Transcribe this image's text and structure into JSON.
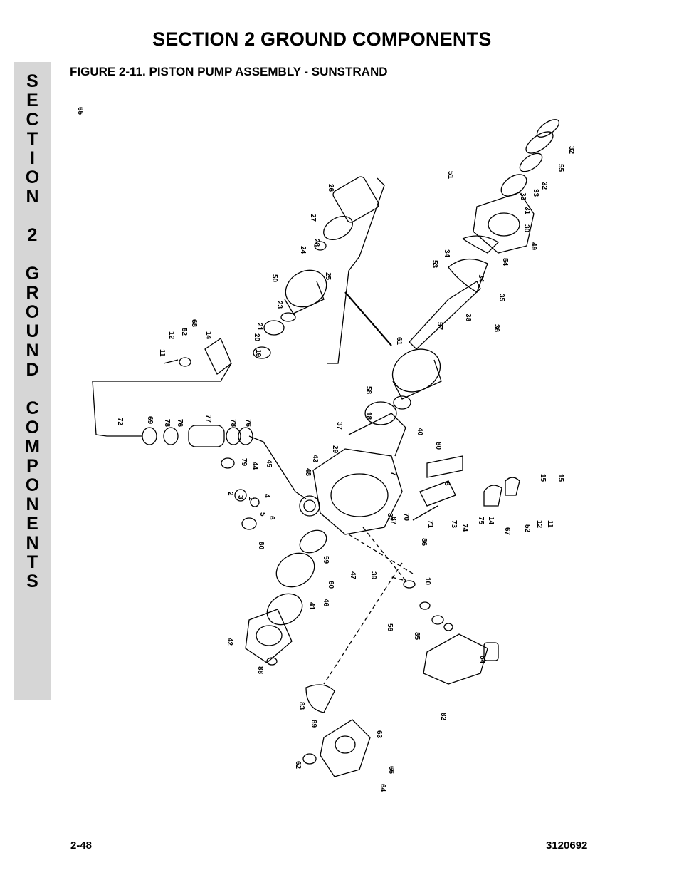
{
  "header": {
    "section_title": "SECTION 2  GROUND COMPONENTS"
  },
  "figure": {
    "caption": "FIGURE 2-11.  PISTON PUMP ASSEMBLY - SUNSTRAND",
    "callouts": [
      "32",
      "55",
      "32",
      "33",
      "33",
      "31",
      "30",
      "51",
      "49",
      "34",
      "54",
      "34",
      "53",
      "35",
      "36",
      "38",
      "57",
      "61",
      "26",
      "27",
      "28",
      "24",
      "25",
      "50",
      "23",
      "21",
      "20",
      "19",
      "12",
      "52",
      "68",
      "14",
      "11",
      "58",
      "18",
      "37",
      "40",
      "72",
      "69",
      "78",
      "76",
      "77",
      "78",
      "76",
      "29",
      "43",
      "7",
      "80",
      "6",
      "48",
      "79",
      "44",
      "45",
      "2",
      "3",
      "1",
      "4",
      "5",
      "6",
      "80",
      "87",
      "70",
      "71",
      "73",
      "74",
      "75",
      "14",
      "67",
      "52",
      "12",
      "11",
      "15",
      "15",
      "87",
      "86",
      "59",
      "60",
      "46",
      "41",
      "42",
      "88",
      "47",
      "39",
      "10",
      "56",
      "85",
      "84",
      "82",
      "83",
      "89",
      "63",
      "62",
      "66",
      "64",
      "65"
    ]
  },
  "side_tab": {
    "letters": [
      "S",
      "E",
      "C",
      "T",
      "I",
      "O",
      "N",
      "",
      "2",
      "",
      "G",
      "R",
      "O",
      "U",
      "N",
      "D",
      "",
      "C",
      "O",
      "M",
      "P",
      "O",
      "N",
      "E",
      "N",
      "T",
      "S"
    ]
  },
  "footer": {
    "page_number": "2-48",
    "document_number": "3120692"
  }
}
